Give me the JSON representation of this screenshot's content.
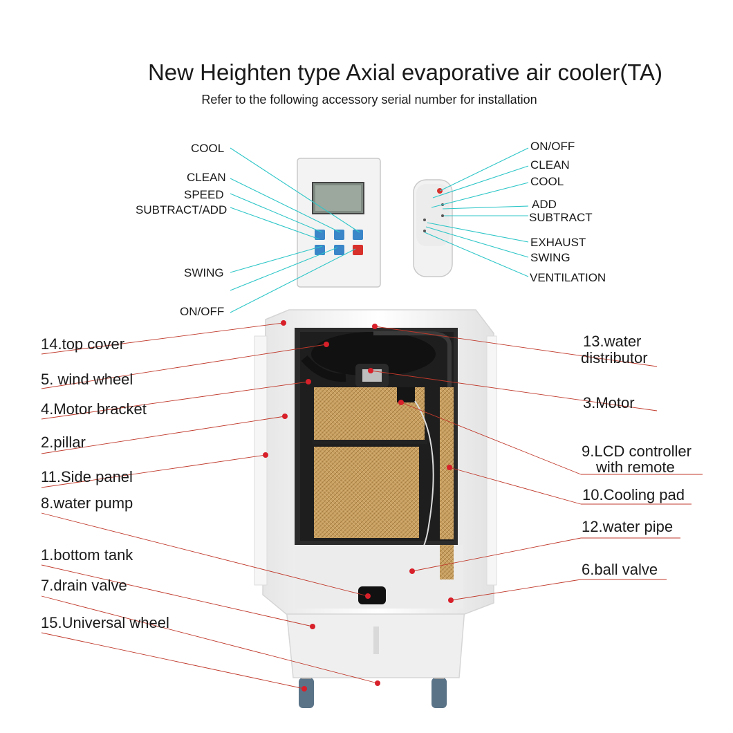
{
  "title": "New Heighten type Axial evaporative air cooler(TA)",
  "subtitle": "Refer to the following accessory serial number for installation",
  "panel_controls": {
    "cool": "COOL",
    "clean": "CLEAN",
    "speed": "SPEED",
    "subtract_add": "SUBTRACT/ADD",
    "swing": "SWING",
    "on_off": "ON/OFF"
  },
  "remote_controls": {
    "on_off": "ON/OFF",
    "clean": "CLEAN",
    "cool": "COOL",
    "add": "ADD",
    "subtract": "SUBTRACT",
    "exhaust": "EXHAUST",
    "swing": "SWING",
    "ventilation": "VENTILATION"
  },
  "parts_left": {
    "top_cover": "14.top cover",
    "wind_wheel": "5. wind wheel",
    "motor_bracket": "4.Motor bracket",
    "pillar": "2.pillar",
    "side_panel": "11.Side panel",
    "water_pump": "8.water pump",
    "bottom_tank": "1.bottom tank",
    "drain_valve": "7.drain valve",
    "universal_wheel": "15.Universal wheel"
  },
  "parts_right": {
    "water_distributor_1": "13.water",
    "water_distributor_2": "distributor",
    "motor": "3.Motor",
    "lcd_controller_1": "9.LCD controller",
    "lcd_controller_2": "with remote",
    "cooling_pad": "10.Cooling pad",
    "water_pipe": "12.water pipe",
    "ball_valve": "6.ball valve"
  },
  "colors": {
    "callout_cyan": "#2fc6c8",
    "callout_red": "#c0392b",
    "cooling_pad": "#c8a15e",
    "cooler_body": "#f4f4f4",
    "button_blue": "#3a86c8",
    "button_red": "#d8312c"
  },
  "icons": {
    "lcd_panel": "lcd-controller-panel",
    "remote": "remote-control",
    "cooler": "air-cooler-cutaway"
  }
}
